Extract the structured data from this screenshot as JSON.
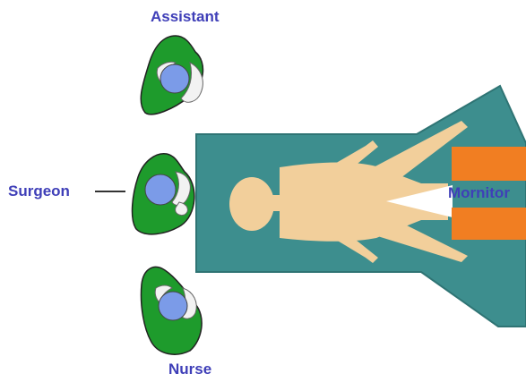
{
  "labels": {
    "assistant": "Assistant",
    "surgeon": "Surgeon",
    "nurse": "Nurse",
    "monitor": "Mornitor"
  },
  "colors": {
    "table": "#3d8e8e",
    "table_stroke": "#2f7474",
    "body": "#f2cf9b",
    "gown": "#1e9b2c",
    "head": "#7b9be8",
    "arm": "#f2f2f2",
    "monitor": "#f17e22",
    "label": "#3f3fb8"
  },
  "icons": {
    "people": "person-top-view",
    "patient": "human-silhouette"
  }
}
